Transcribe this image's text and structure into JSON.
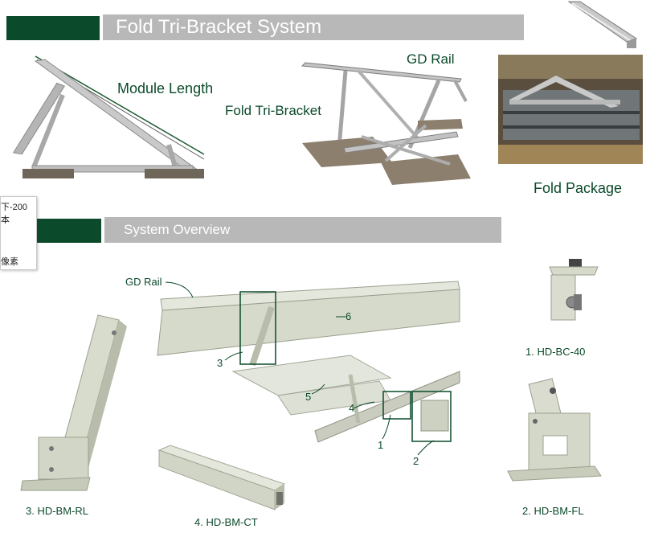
{
  "header": {
    "title": "Fold Tri-Bracket System"
  },
  "overview": {
    "title": "System Overview"
  },
  "top": {
    "module_length": "Module Length",
    "fold_tri_bracket": "Fold Tri-Bracket",
    "gd_rail": "GD Rail",
    "fold_package": "Fold Package"
  },
  "tooltip": {
    "line1": "下-200本",
    "line2": "像素"
  },
  "callouts": {
    "gd_rail": "GD Rail",
    "n1": "1",
    "n2": "2",
    "n3": "3",
    "n4": "4",
    "n5": "5",
    "n6": "6"
  },
  "parts": {
    "p1": "1. HD-BC-40",
    "p2": "2. HD-BM-FL",
    "p3": "3. HD-BM-RL",
    "p4": "4. HD-BM-CT"
  },
  "colors": {
    "brand_green": "#0b4a2a",
    "bar_grey": "#b8b8b8"
  }
}
